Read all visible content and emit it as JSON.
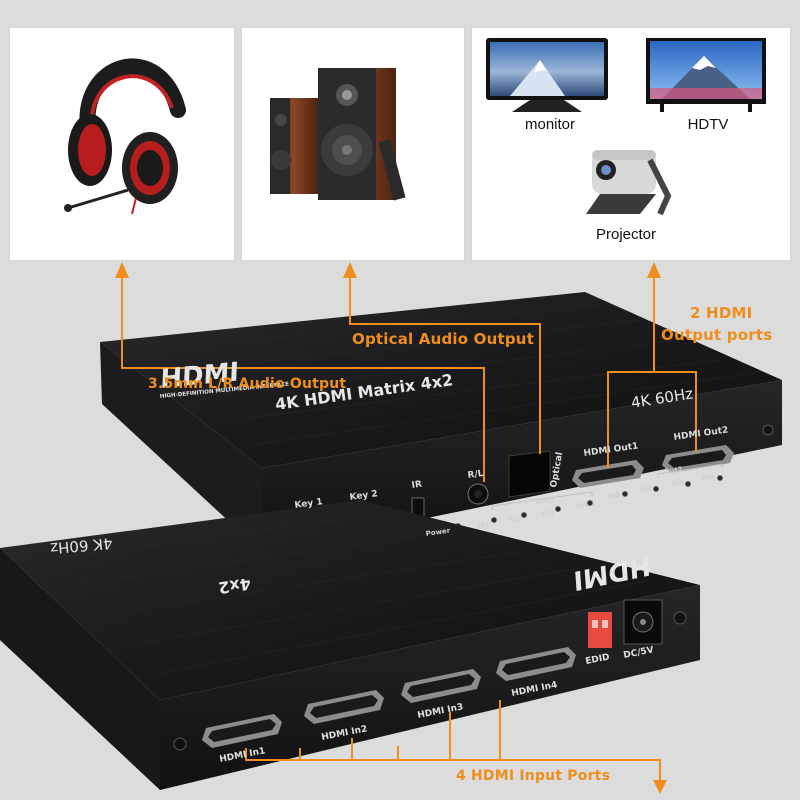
{
  "devices": {
    "monitor_label": "monitor",
    "hdtv_label": "HDTV",
    "projector_label": "Projector"
  },
  "callouts": {
    "optical": "Optical Audio Output",
    "analog": "3.5mm L/R Audio Output",
    "hdmi_out_line1": "2 HDMI",
    "hdmi_out_line2": "Output ports",
    "hdmi_in": "4 HDMI Input Ports"
  },
  "front_panel": {
    "brand": "HDMI",
    "brand_sub": "HIGH-DEFINITION MULTIMEDIA INTERFACE",
    "product": "4K HDMI Matrix 4x2",
    "resolution": "4K 60Hz",
    "key1": "Key 1",
    "key2": "Key 2",
    "ir": "IR",
    "rl": "R/L",
    "optical": "Optical",
    "power": "Power",
    "out1": "Out1",
    "out2": "Out2",
    "in1": "In1",
    "in2": "In2",
    "in3": "In3",
    "in4": "In4",
    "hdmi_out1": "HDMI Out1",
    "hdmi_out2": "HDMI Out2"
  },
  "back_panel": {
    "resolution": "4K 60Hz",
    "product_fragment": "4x2",
    "hdmi_in1": "HDMI In1",
    "hdmi_in2": "HDMI In2",
    "hdmi_in3": "HDMI In3",
    "hdmi_in4": "HDMI In4",
    "edid": "EDID",
    "dc": "DC/5V"
  },
  "colors": {
    "accent": "#ef8e1a",
    "device_body": "#1d1d1f"
  }
}
